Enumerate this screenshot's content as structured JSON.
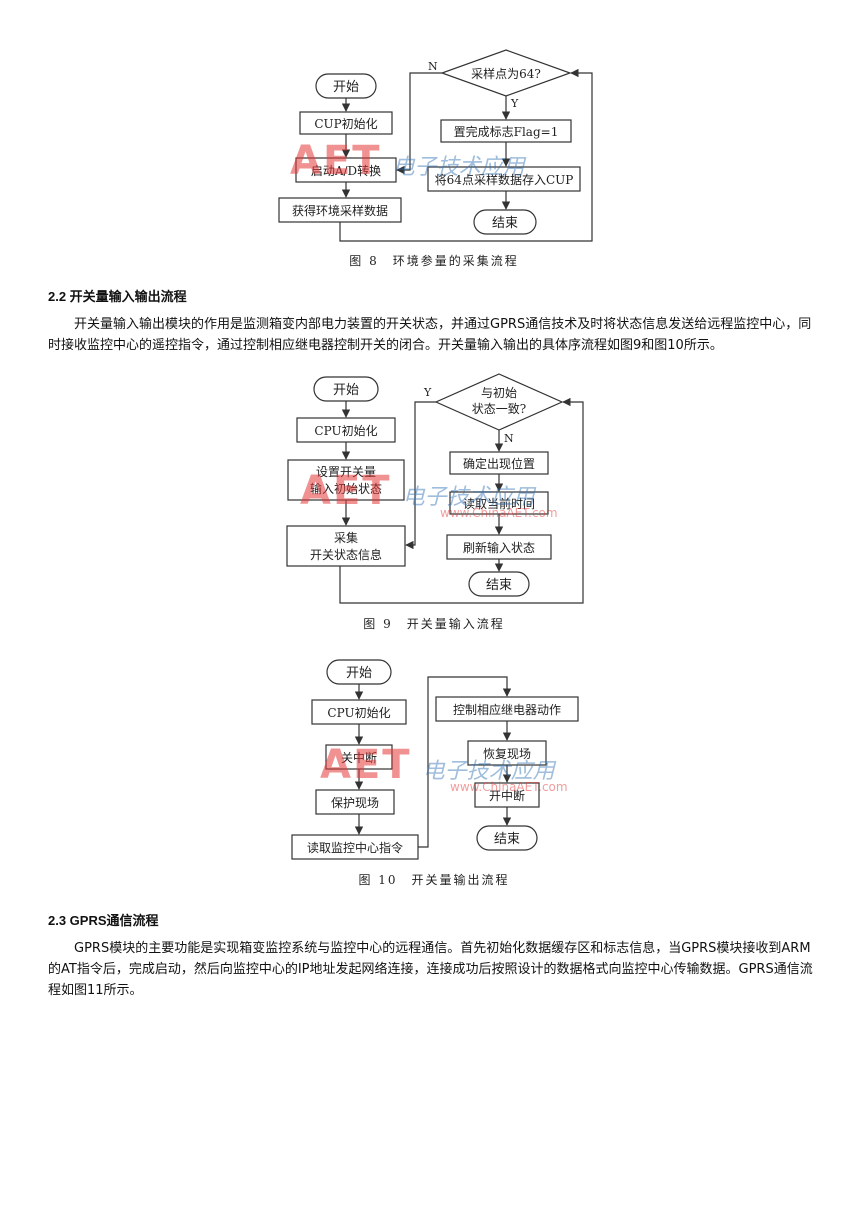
{
  "fig8": {
    "caption": "图 8　环境参量的采集流程",
    "start": "开始",
    "init": "CUP初始化",
    "start_ad": "启动A/D转换",
    "acquire": "获得环境采样数据",
    "decision": "采样点为64?",
    "n": "N",
    "y": "Y",
    "set_flag": "置完成标志Flag=1",
    "store": "将64点采样数据存入CUP",
    "end": "结束"
  },
  "section_2_2": {
    "title": "2.2 开关量输入输出流程",
    "para": "开关量输入输出模块的作用是监测箱变内部电力装置的开关状态，并通过GPRS通信技术及时将状态信息发送给远程监控中心，同时接收监控中心的遥控指令，通过控制相应继电器控制开关的闭合。开关量输入输出的具体序流程如图9和图10所示。"
  },
  "fig9": {
    "caption": "图 9　开关量输入流程",
    "start": "开始",
    "init": "CPU初始化",
    "set_state_1": "设置开关量",
    "set_state_2": "输入初始状态",
    "collect_1": "采集",
    "collect_2": "开关状态信息",
    "decision_1": "与初始",
    "decision_2": "状态一致?",
    "y": "Y",
    "n": "N",
    "locate": "确定出现位置",
    "read_time": "读取当前时间",
    "refresh": "刷新输入状态",
    "end": "结束"
  },
  "fig10": {
    "caption": "图 10　开关量输出流程",
    "start": "开始",
    "init": "CPU初始化",
    "disable_int": "关中断",
    "protect": "保护现场",
    "read_cmd": "读取监控中心指令",
    "relay": "控制相应继电器动作",
    "restore": "恢复现场",
    "enable_int": "开中断",
    "end": "结束"
  },
  "section_2_3": {
    "title": "2.3 GPRS通信流程",
    "para": "GPRS模块的主要功能是实现箱变监控系统与监控中心的远程通信。首先初始化数据缓存区和标志信息，当GPRS模块接收到ARM的AT指令后，完成启动，然后向监控中心的IP地址发起网络连接，连接成功后按照设计的数据格式向监控中心传输数据。GPRS通信流程如图11所示。"
  },
  "watermark": {
    "logo": "AET",
    "cn": "电子技术应用",
    "url": "www.ChinaAET.com"
  }
}
